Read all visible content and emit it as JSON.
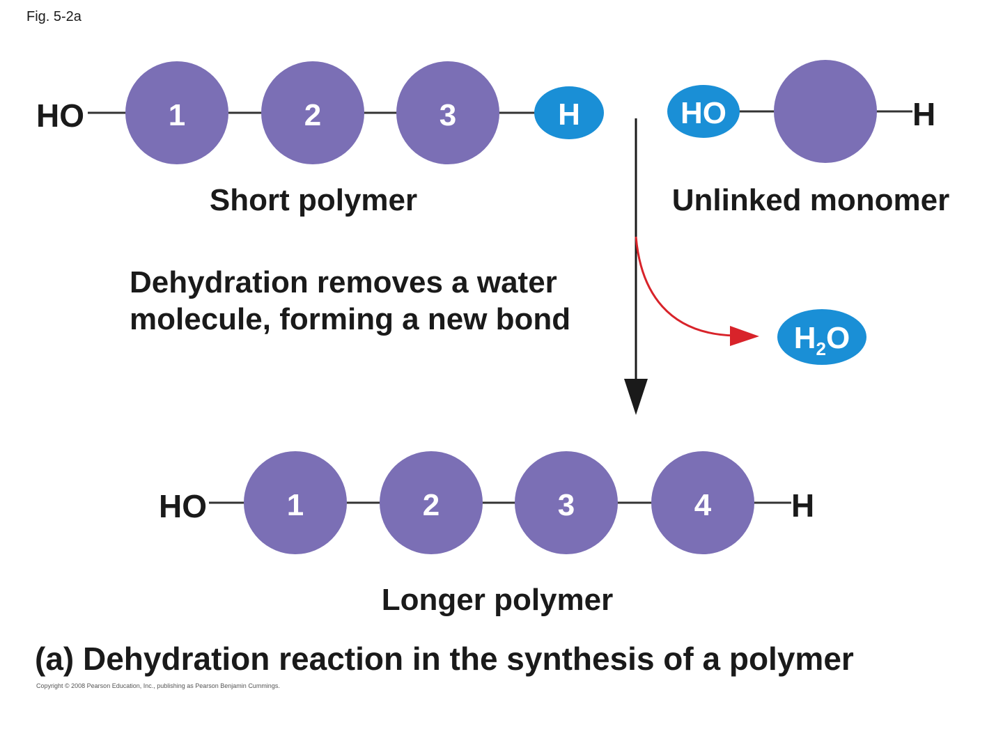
{
  "figure_label": "Fig. 5-2a",
  "colors": {
    "monomer": "#7b6fb5",
    "hydroxyl_hydrogen": "#1a8fd6",
    "bond_line": "#333333",
    "arrow": "#1a1a1a",
    "water_arrow": "#d8232a",
    "text": "#1a1a1a"
  },
  "short_polymer": {
    "left_end": "HO",
    "monomers": [
      "1",
      "2",
      "3"
    ],
    "right_end": "H",
    "caption": "Short polymer"
  },
  "unlinked_monomer": {
    "left_end": "HO",
    "monomer": "",
    "right_end": "H",
    "caption": "Unlinked monomer"
  },
  "reaction": {
    "description_line1": "Dehydration removes a water",
    "description_line2": "molecule, forming a new bond",
    "water_label_h": "H",
    "water_label_sub": "2",
    "water_label_o": "O"
  },
  "longer_polymer": {
    "left_end": "HO",
    "monomers": [
      "1",
      "2",
      "3",
      "4"
    ],
    "right_end": "H",
    "caption": "Longer polymer"
  },
  "panel_caption": "(a) Dehydration reaction in the synthesis of a polymer",
  "copyright": "Copyright © 2008 Pearson Education, Inc., publishing as Pearson Benjamin Cummings."
}
